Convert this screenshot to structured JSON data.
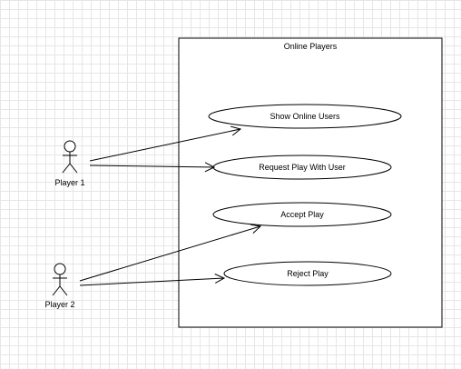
{
  "system": {
    "title": "Online Players"
  },
  "actors": {
    "player1": {
      "name": "Player 1"
    },
    "player2": {
      "name": "Player 2"
    }
  },
  "use_cases": {
    "show_online_users": "Show Online Users",
    "request_play": "Request Play With User",
    "accept_play": "Accept Play",
    "reject_play": "Reject Play"
  },
  "colors": {
    "line": "#000000",
    "fill": "#ffffff",
    "grid": "#e6e6e6"
  }
}
